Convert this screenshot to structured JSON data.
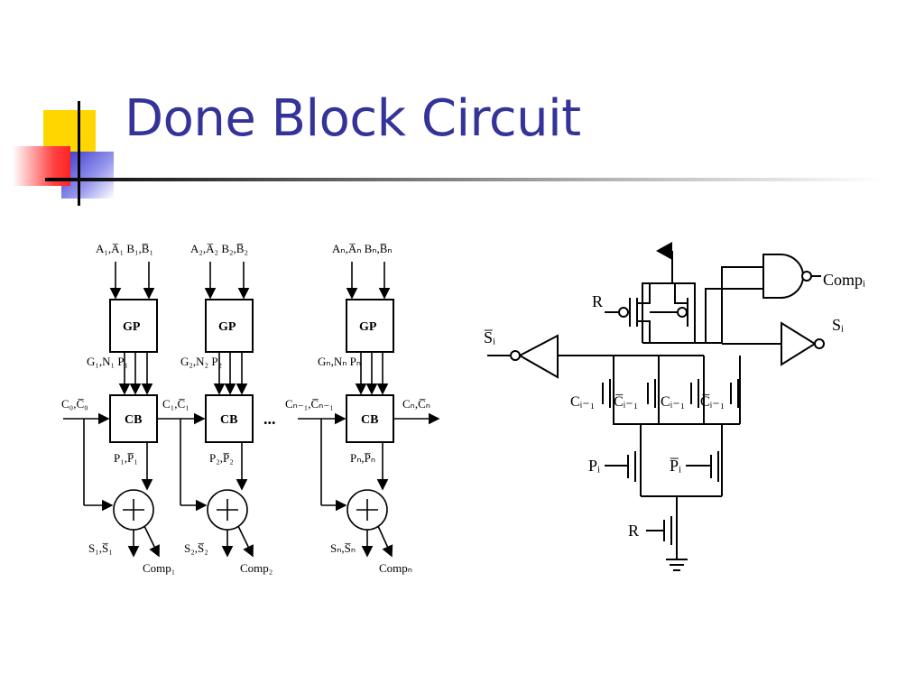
{
  "slide": {
    "title": "Done Block Circuit",
    "accent_color": "#333399"
  },
  "diagram": {
    "left": {
      "stages": [
        {
          "inputs": "A₁,A̅₁ B₁,B̅₁",
          "gp": "GP",
          "gp_out": "G₁,N₁ P₁",
          "carry_in": "C₀,C̅₀",
          "cb": "CB",
          "cb_out": "P₁,P̅₁",
          "sum": "S₁,S̅₁",
          "comp": "Comp₁"
        },
        {
          "inputs": "A₂,A̅₂ B₂,B̅₂",
          "gp": "GP",
          "gp_out": "G₂,N₂ P₂",
          "carry_in": "C₁,C̅₁",
          "cb": "CB",
          "cb_out": "P₂,P̅₂",
          "sum": "S₂,S̅₂",
          "comp": "Comp₂"
        },
        {
          "inputs": "Aₙ,A̅ₙ Bₙ,B̅ₙ",
          "gp": "GP",
          "gp_out": "Gₙ,Nₙ Pₙ",
          "carry_in": "Cₙ₋₁,C̅ₙ₋₁",
          "cb": "CB",
          "cb_out": "Pₙ,P̅ₙ",
          "sum": "Sₙ,S̅ₙ",
          "comp": "Compₙ",
          "carry_out": "Cₙ,C̅ₙ"
        }
      ],
      "ellipsis": "..."
    },
    "right": {
      "r_top": "R",
      "s_bar": "S̅ᵢ",
      "s_out": "Sᵢ",
      "comp": "Compᵢ",
      "c_labels": [
        "Cᵢ₋₁",
        "C̅ᵢ₋₁",
        "Cᵢ₋₁",
        "C̅ᵢ₋₁"
      ],
      "p": "Pᵢ",
      "p_bar": "P̅ᵢ",
      "r_bottom": "R"
    }
  }
}
